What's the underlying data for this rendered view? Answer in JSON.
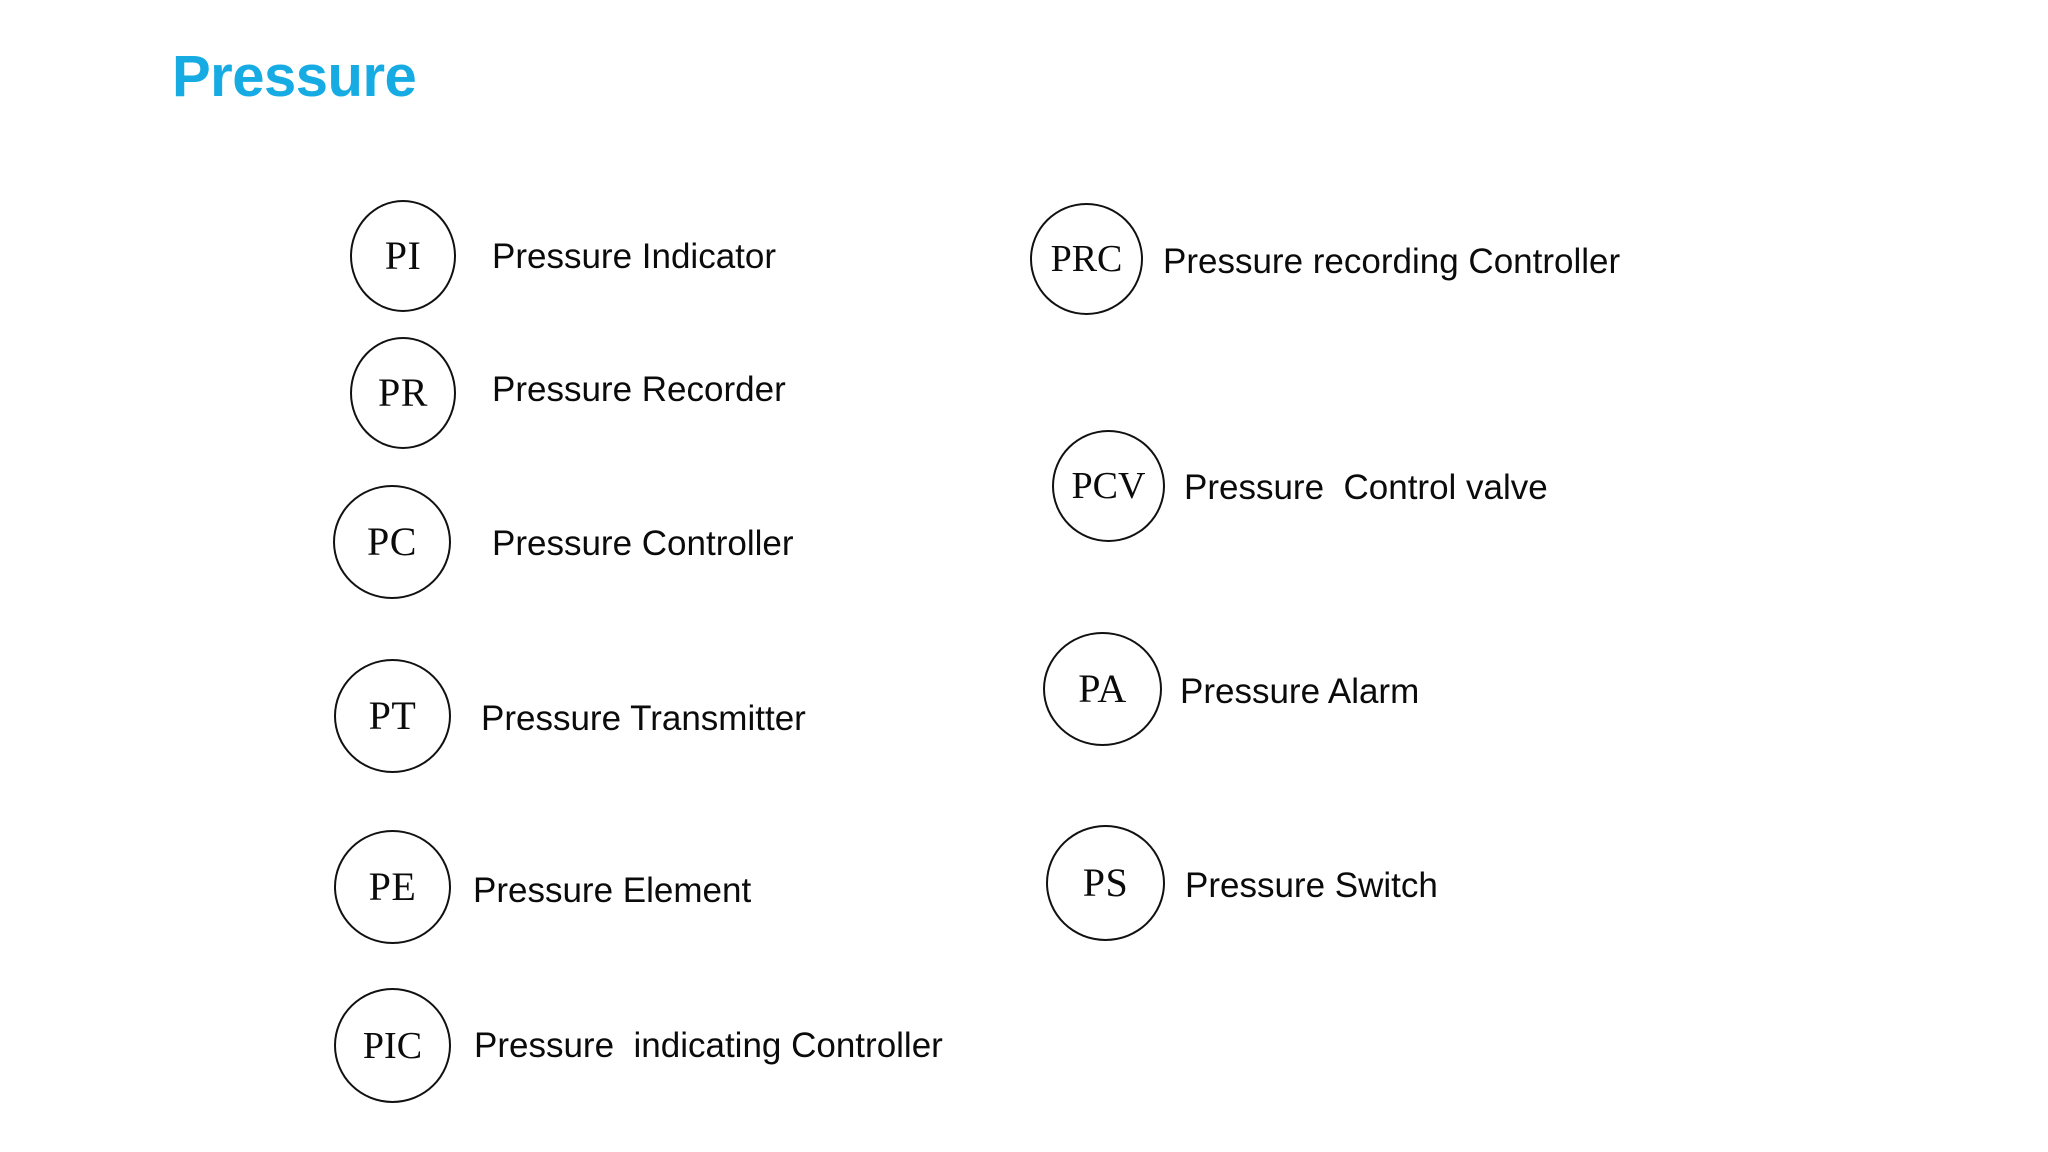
{
  "page": {
    "title": "Pressure",
    "title_color": "#16ace3",
    "background_color": "#ffffff",
    "text_color": "#0b0b0b"
  },
  "columns": {
    "left": {
      "items": [
        {
          "tag": "PI",
          "label": "Pressure Indicator"
        },
        {
          "tag": "PR",
          "label": "Pressure Recorder"
        },
        {
          "tag": "PC",
          "label": "Pressure Controller"
        },
        {
          "tag": "PT",
          "label": "Pressure Transmitter"
        },
        {
          "tag": "PE",
          "label": "Pressure Element"
        },
        {
          "tag": "PIC",
          "label": "Pressure  indicating Controller"
        }
      ]
    },
    "right": {
      "items": [
        {
          "tag": "PRC",
          "label": "Pressure recording Controller"
        },
        {
          "tag": "PCV",
          "label": "Pressure  Control valve"
        },
        {
          "tag": "PA",
          "label": "Pressure Alarm"
        },
        {
          "tag": "PS",
          "label": "Pressure Switch"
        }
      ]
    }
  }
}
